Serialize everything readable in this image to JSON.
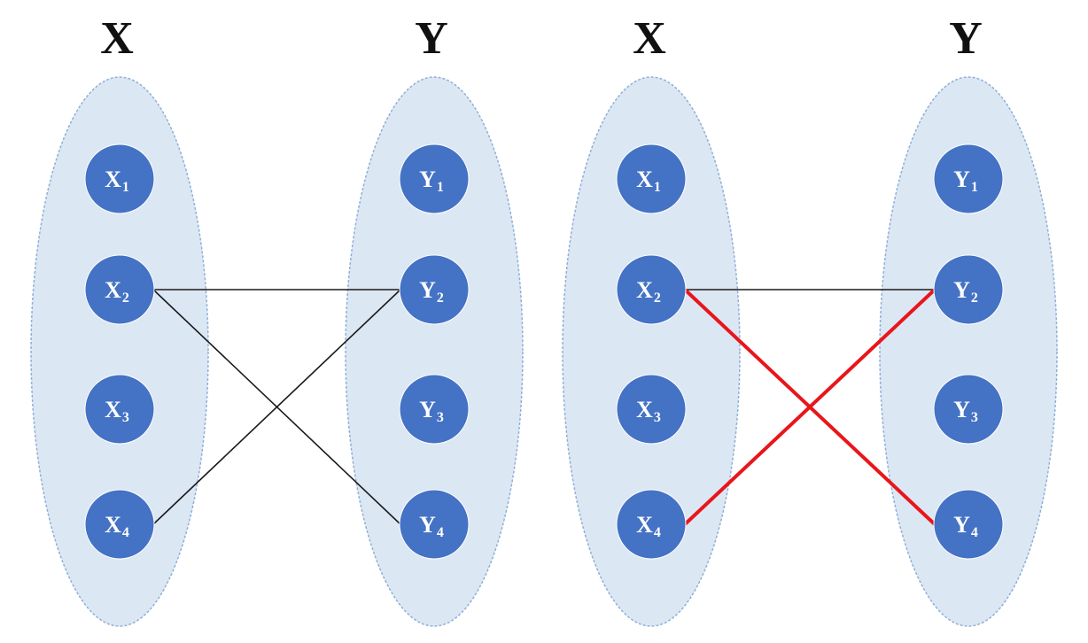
{
  "colors": {
    "set_fill": "#dce7f4",
    "set_stroke": "#8fb0d6",
    "node_fill": "#4472c4",
    "node_text": "#ffffff",
    "edge_plain": "#1a1a1a",
    "edge_highlight": "#e8161b"
  },
  "graphs": [
    {
      "id": "left",
      "sets": [
        {
          "id": "X",
          "label": "X",
          "nodes": [
            {
              "id": "X1",
              "main": "X",
              "sub": "1"
            },
            {
              "id": "X2",
              "main": "X",
              "sub": "2"
            },
            {
              "id": "X3",
              "main": "X",
              "sub": "3"
            },
            {
              "id": "X4",
              "main": "X",
              "sub": "4"
            }
          ]
        },
        {
          "id": "Y",
          "label": "Y",
          "nodes": [
            {
              "id": "Y1",
              "main": "Y",
              "sub": "1"
            },
            {
              "id": "Y2",
              "main": "Y",
              "sub": "2"
            },
            {
              "id": "Y3",
              "main": "Y",
              "sub": "3"
            },
            {
              "id": "Y4",
              "main": "Y",
              "sub": "4"
            }
          ]
        }
      ],
      "edges": [
        {
          "from": "X2",
          "to": "Y2",
          "highlight": false
        },
        {
          "from": "X2",
          "to": "Y4",
          "highlight": false
        },
        {
          "from": "X4",
          "to": "Y2",
          "highlight": false
        }
      ]
    },
    {
      "id": "right",
      "sets": [
        {
          "id": "X",
          "label": "X",
          "nodes": [
            {
              "id": "X1",
              "main": "X",
              "sub": "1"
            },
            {
              "id": "X2",
              "main": "X",
              "sub": "2"
            },
            {
              "id": "X3",
              "main": "X",
              "sub": "3"
            },
            {
              "id": "X4",
              "main": "X",
              "sub": "4"
            }
          ]
        },
        {
          "id": "Y",
          "label": "Y",
          "nodes": [
            {
              "id": "Y1",
              "main": "Y",
              "sub": "1"
            },
            {
              "id": "Y2",
              "main": "Y",
              "sub": "2"
            },
            {
              "id": "Y3",
              "main": "Y",
              "sub": "3"
            },
            {
              "id": "Y4",
              "main": "Y",
              "sub": "4"
            }
          ]
        }
      ],
      "edges": [
        {
          "from": "X2",
          "to": "Y2",
          "highlight": false
        },
        {
          "from": "X2",
          "to": "Y4",
          "highlight": true
        },
        {
          "from": "X4",
          "to": "Y2",
          "highlight": true
        }
      ]
    }
  ]
}
